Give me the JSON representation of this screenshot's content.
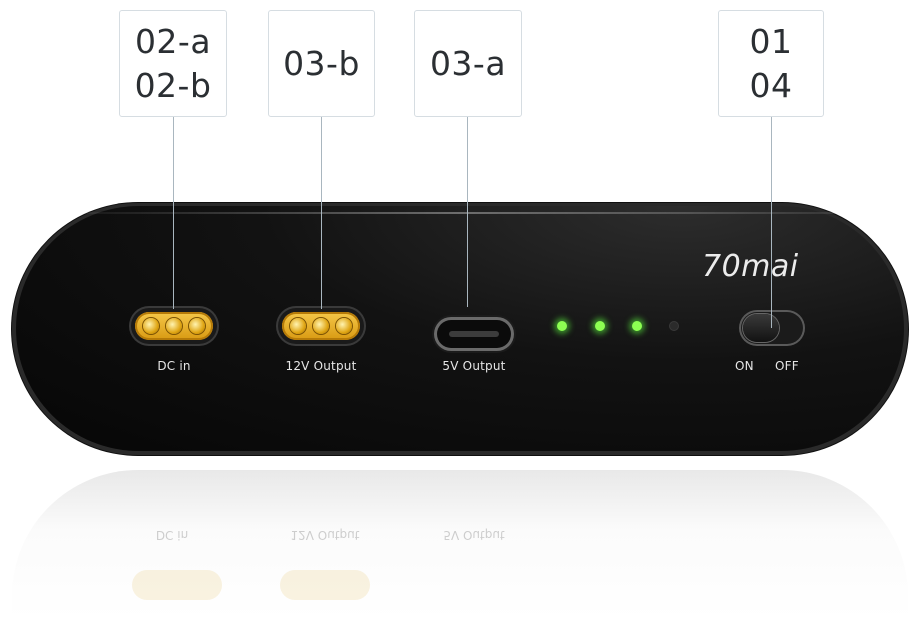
{
  "callouts": [
    {
      "lines": [
        "02-a",
        "02-b"
      ]
    },
    {
      "lines": [
        "03-b"
      ]
    },
    {
      "lines": [
        "03-a"
      ]
    },
    {
      "lines": [
        "01",
        "04"
      ]
    }
  ],
  "device": {
    "brand": "70mai",
    "ports": {
      "dc_in": "DC in",
      "out_12v": "12V Output",
      "out_5v": "5V Output"
    },
    "switch": {
      "on": "ON",
      "off": "OFF"
    },
    "leds_lit": 3,
    "leds_total": 4,
    "colors": {
      "body": "#0e0e0e",
      "xt_port": "#e0a614",
      "led_on": "#8dff52"
    }
  }
}
